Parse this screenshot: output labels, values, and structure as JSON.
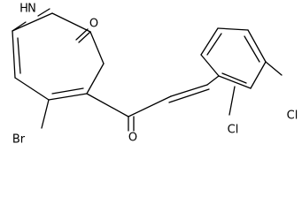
{
  "molecule": {
    "atoms": {
      "methylamino_n": "N",
      "methylamino_h": "H",
      "ring_ketone_o": "O",
      "bromo": "Br",
      "enone_o": "O",
      "chloro_2": "Cl",
      "chloro_3": "Cl"
    }
  }
}
